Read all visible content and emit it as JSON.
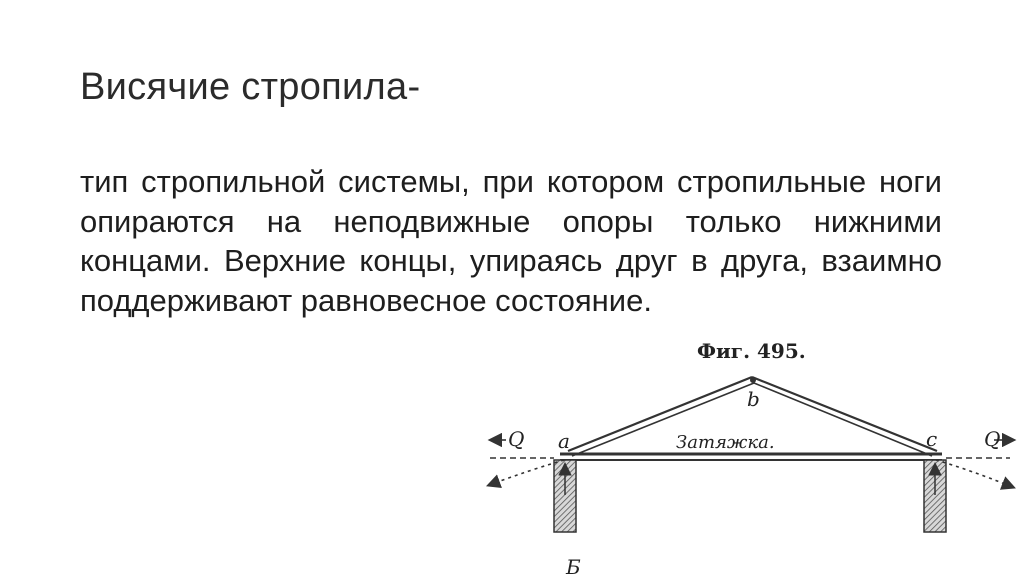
{
  "slide": {
    "title": "Висячие стропила-",
    "body": "тип стропильной системы, при котором стропильные ноги опираются на неподвижные опоры только нижними концами. Верхние концы, упираясь друг в друга, взаимно поддерживают равновесное состояние."
  },
  "figure": {
    "caption": "Фиг. 495.",
    "point_a": "a",
    "point_b": "b",
    "point_c": "c",
    "tie_label": "Затяжка.",
    "force_left": "Q",
    "force_right": "Q",
    "bottom_mark": "Б"
  }
}
